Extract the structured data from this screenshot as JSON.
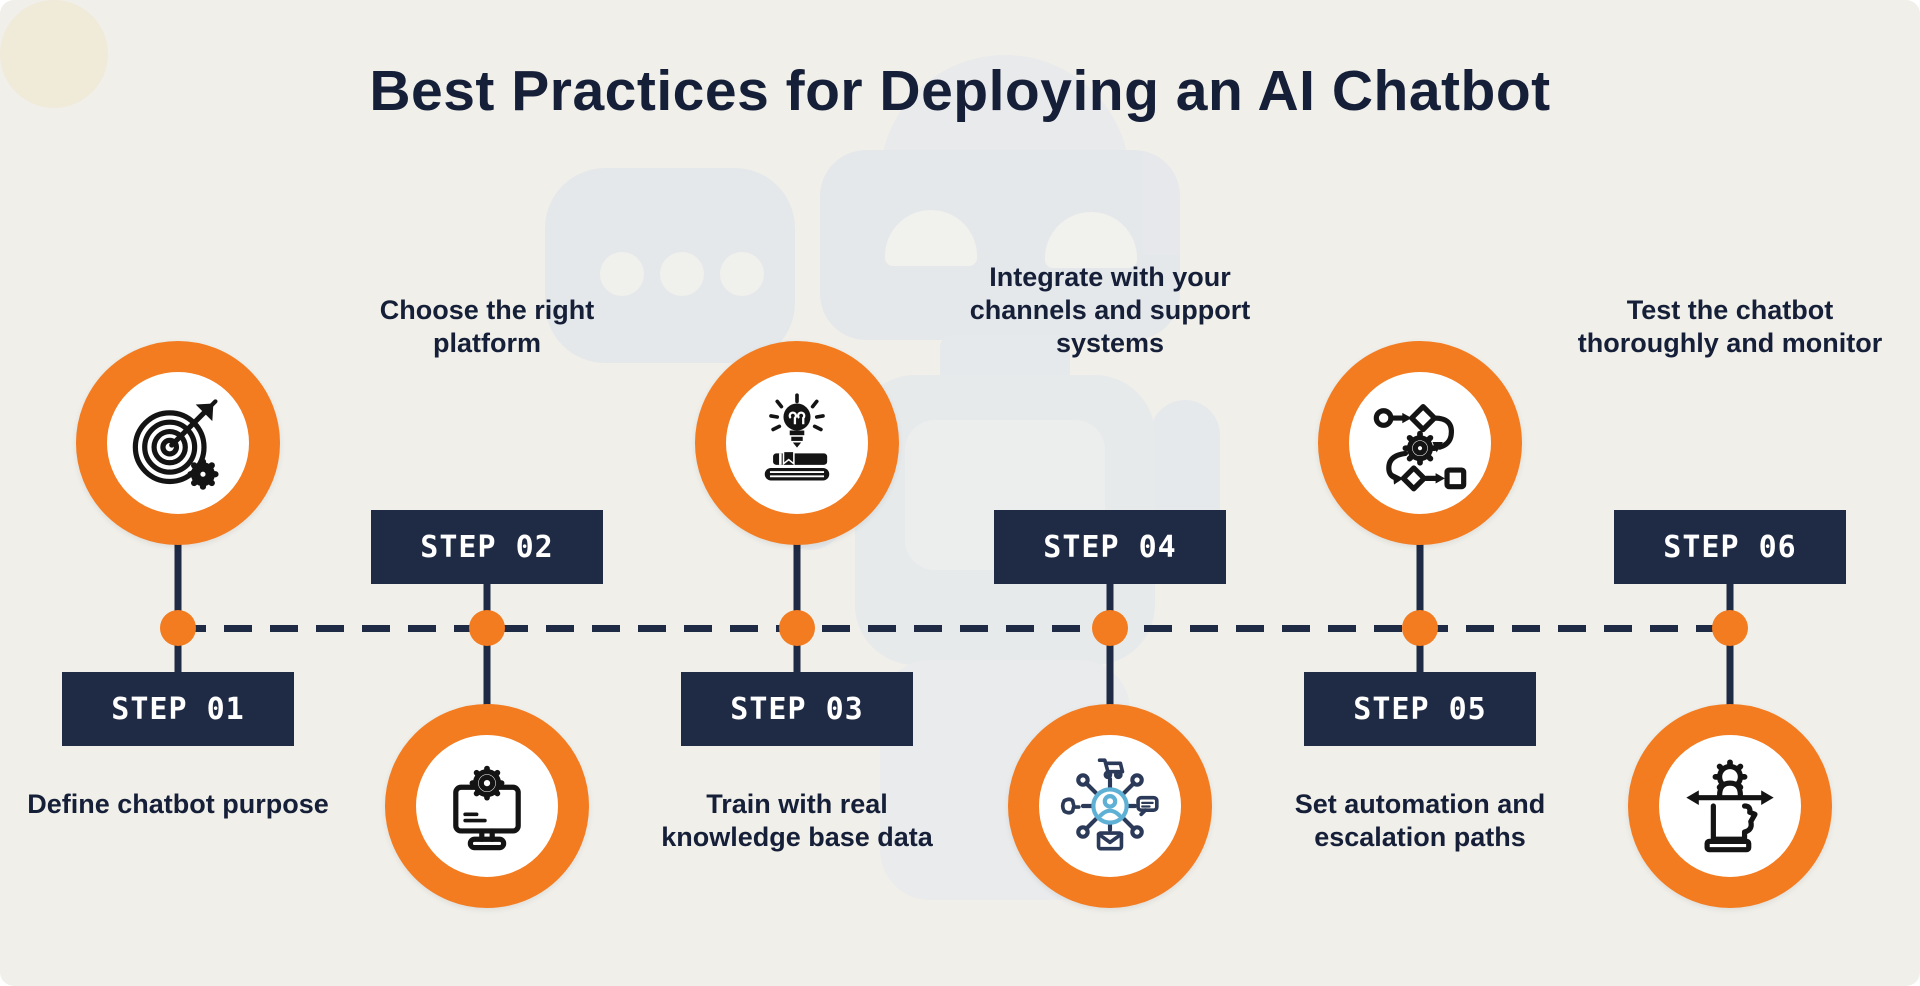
{
  "title": "Best Practices for Deploying an AI Chatbot",
  "theme": {
    "accent_orange": "#F37B20",
    "navy": "#1F2A44",
    "background": "#F0EFEA",
    "text_ink": "#161F38",
    "icon_black": "#141414",
    "person_blue": "#5FB0D5"
  },
  "steps": [
    {
      "label": "STEP 01",
      "description": "Define chatbot purpose",
      "icon": "target-gear-icon",
      "position": "top"
    },
    {
      "label": "STEP 02",
      "description": "Choose the right platform",
      "icon": "monitor-gear-icon",
      "position": "bottom"
    },
    {
      "label": "STEP 03",
      "description": "Train with real knowledge base data",
      "icon": "knowledge-book-bulb-icon",
      "position": "top"
    },
    {
      "label": "STEP 04",
      "description": "Integrate with your channels and support systems",
      "icon": "omnichannel-icon",
      "position": "bottom"
    },
    {
      "label": "STEP 05",
      "description": "Set automation and escalation paths",
      "icon": "workflow-icon",
      "position": "top"
    },
    {
      "label": "STEP 06",
      "description": "Test the chatbot thoroughly and monitor",
      "icon": "head-gear-test-icon",
      "position": "bottom"
    }
  ]
}
